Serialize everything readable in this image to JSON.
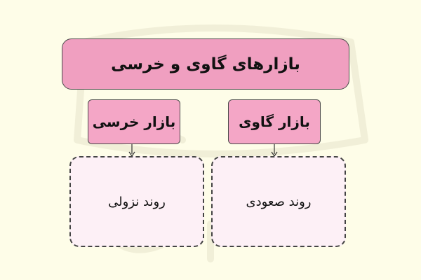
{
  "title": "بازارهای گاوی و خرسی",
  "bull": {
    "label": "بازار گاوی",
    "result": "روند صعودی"
  },
  "bear": {
    "label": "بازار خرسی",
    "result": "روند نزولی"
  },
  "colors": {
    "background": "#fefde8",
    "title_fill": "#f09fc0",
    "sub_fill": "#f4a6c6",
    "result_fill": "#fdf0f6",
    "stroke": "#4a4a4a"
  }
}
